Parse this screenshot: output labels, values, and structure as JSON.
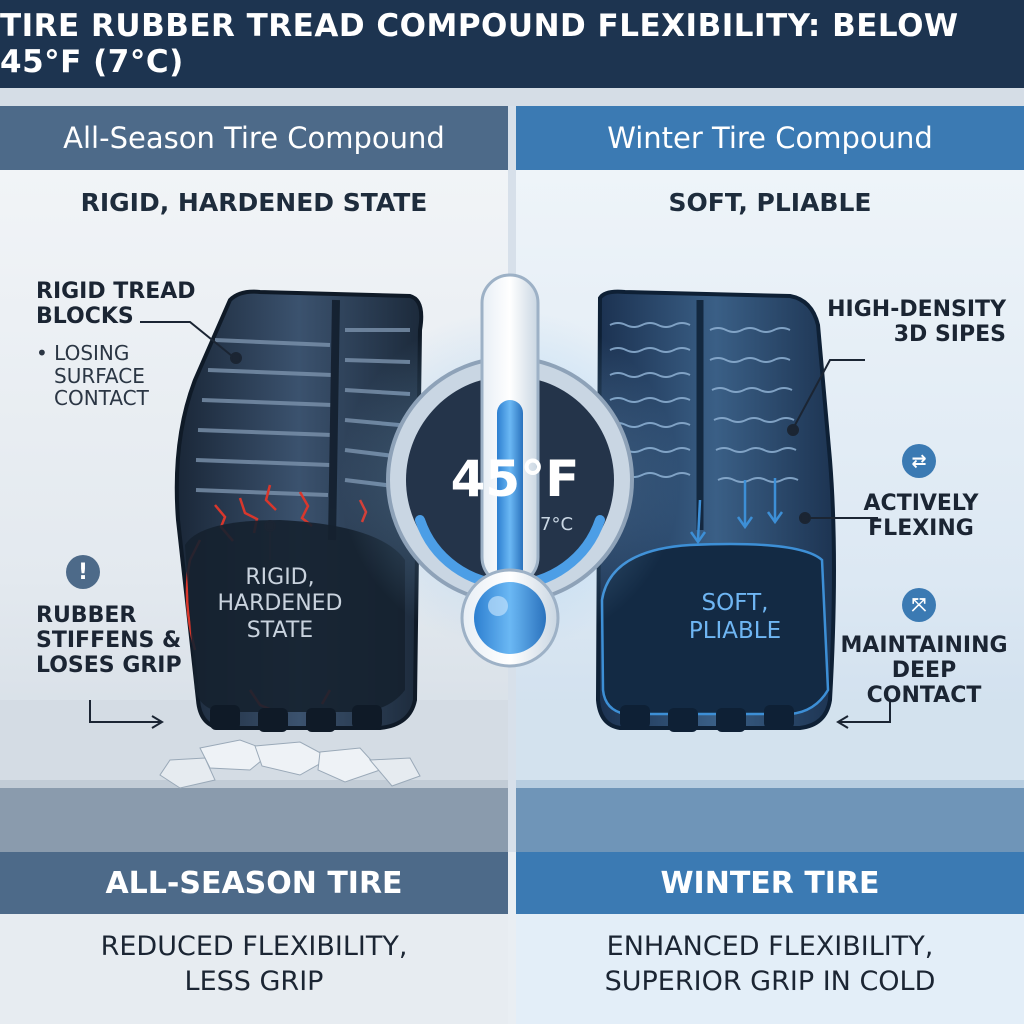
{
  "title": "TIRE RUBBER TREAD COMPOUND FLEXIBILITY: BELOW 45°F (7°C)",
  "left": {
    "header": "All-Season Tire Compound",
    "state_title": "RIGID, HARDENED STATE",
    "callout_blocks": "RIGID TREAD BLOCKS",
    "callout_contact_line1": "LOSING",
    "callout_contact_line2": "SURFACE",
    "callout_contact_line3": "CONTACT",
    "warning_line1": "RUBBER",
    "warning_line2": "STIFFENS &",
    "warning_line3": "LOSES GRIP",
    "tire_label_line1": "RIGID,",
    "tire_label_line2": "HARDENED",
    "tire_label_line3": "STATE",
    "bottom_title": "ALL-SEASON TIRE",
    "bottom_desc_line1": "REDUCED FLEXIBILITY,",
    "bottom_desc_line2": "LESS GRIP"
  },
  "right": {
    "header": "Winter Tire Compound",
    "state_title": "SOFT, PLIABLE",
    "callout_sipes_line1": "HIGH-DENSITY",
    "callout_sipes_line2": "3D SIPES",
    "callout_flex_line1": "ACTIVELY",
    "callout_flex_line2": "FLEXING",
    "callout_contact_line1": "MAINTAINING",
    "callout_contact_line2": "DEEP CONTACT",
    "tire_label_line1": "SOFT,",
    "tire_label_line2": "PLIABLE",
    "bottom_title": "WINTER TIRE",
    "bottom_desc_line1": "ENHANCED FLEXIBILITY,",
    "bottom_desc_line2": "SUPERIOR GRIP IN COLD"
  },
  "gauge": {
    "temp_f": "45°F",
    "temp_c": "7°C"
  },
  "icons": {
    "warning": "exclamation-icon",
    "flex": "swap-arrows-icon",
    "contact": "compress-arrows-icon",
    "thermometer": "thermometer-icon"
  },
  "colors": {
    "title_bg": "#1d3450",
    "left_accent": "#4d6a89",
    "right_accent": "#3b7ab3",
    "crack_red": "#d8372c",
    "flex_blue": "#3d8fd6"
  }
}
